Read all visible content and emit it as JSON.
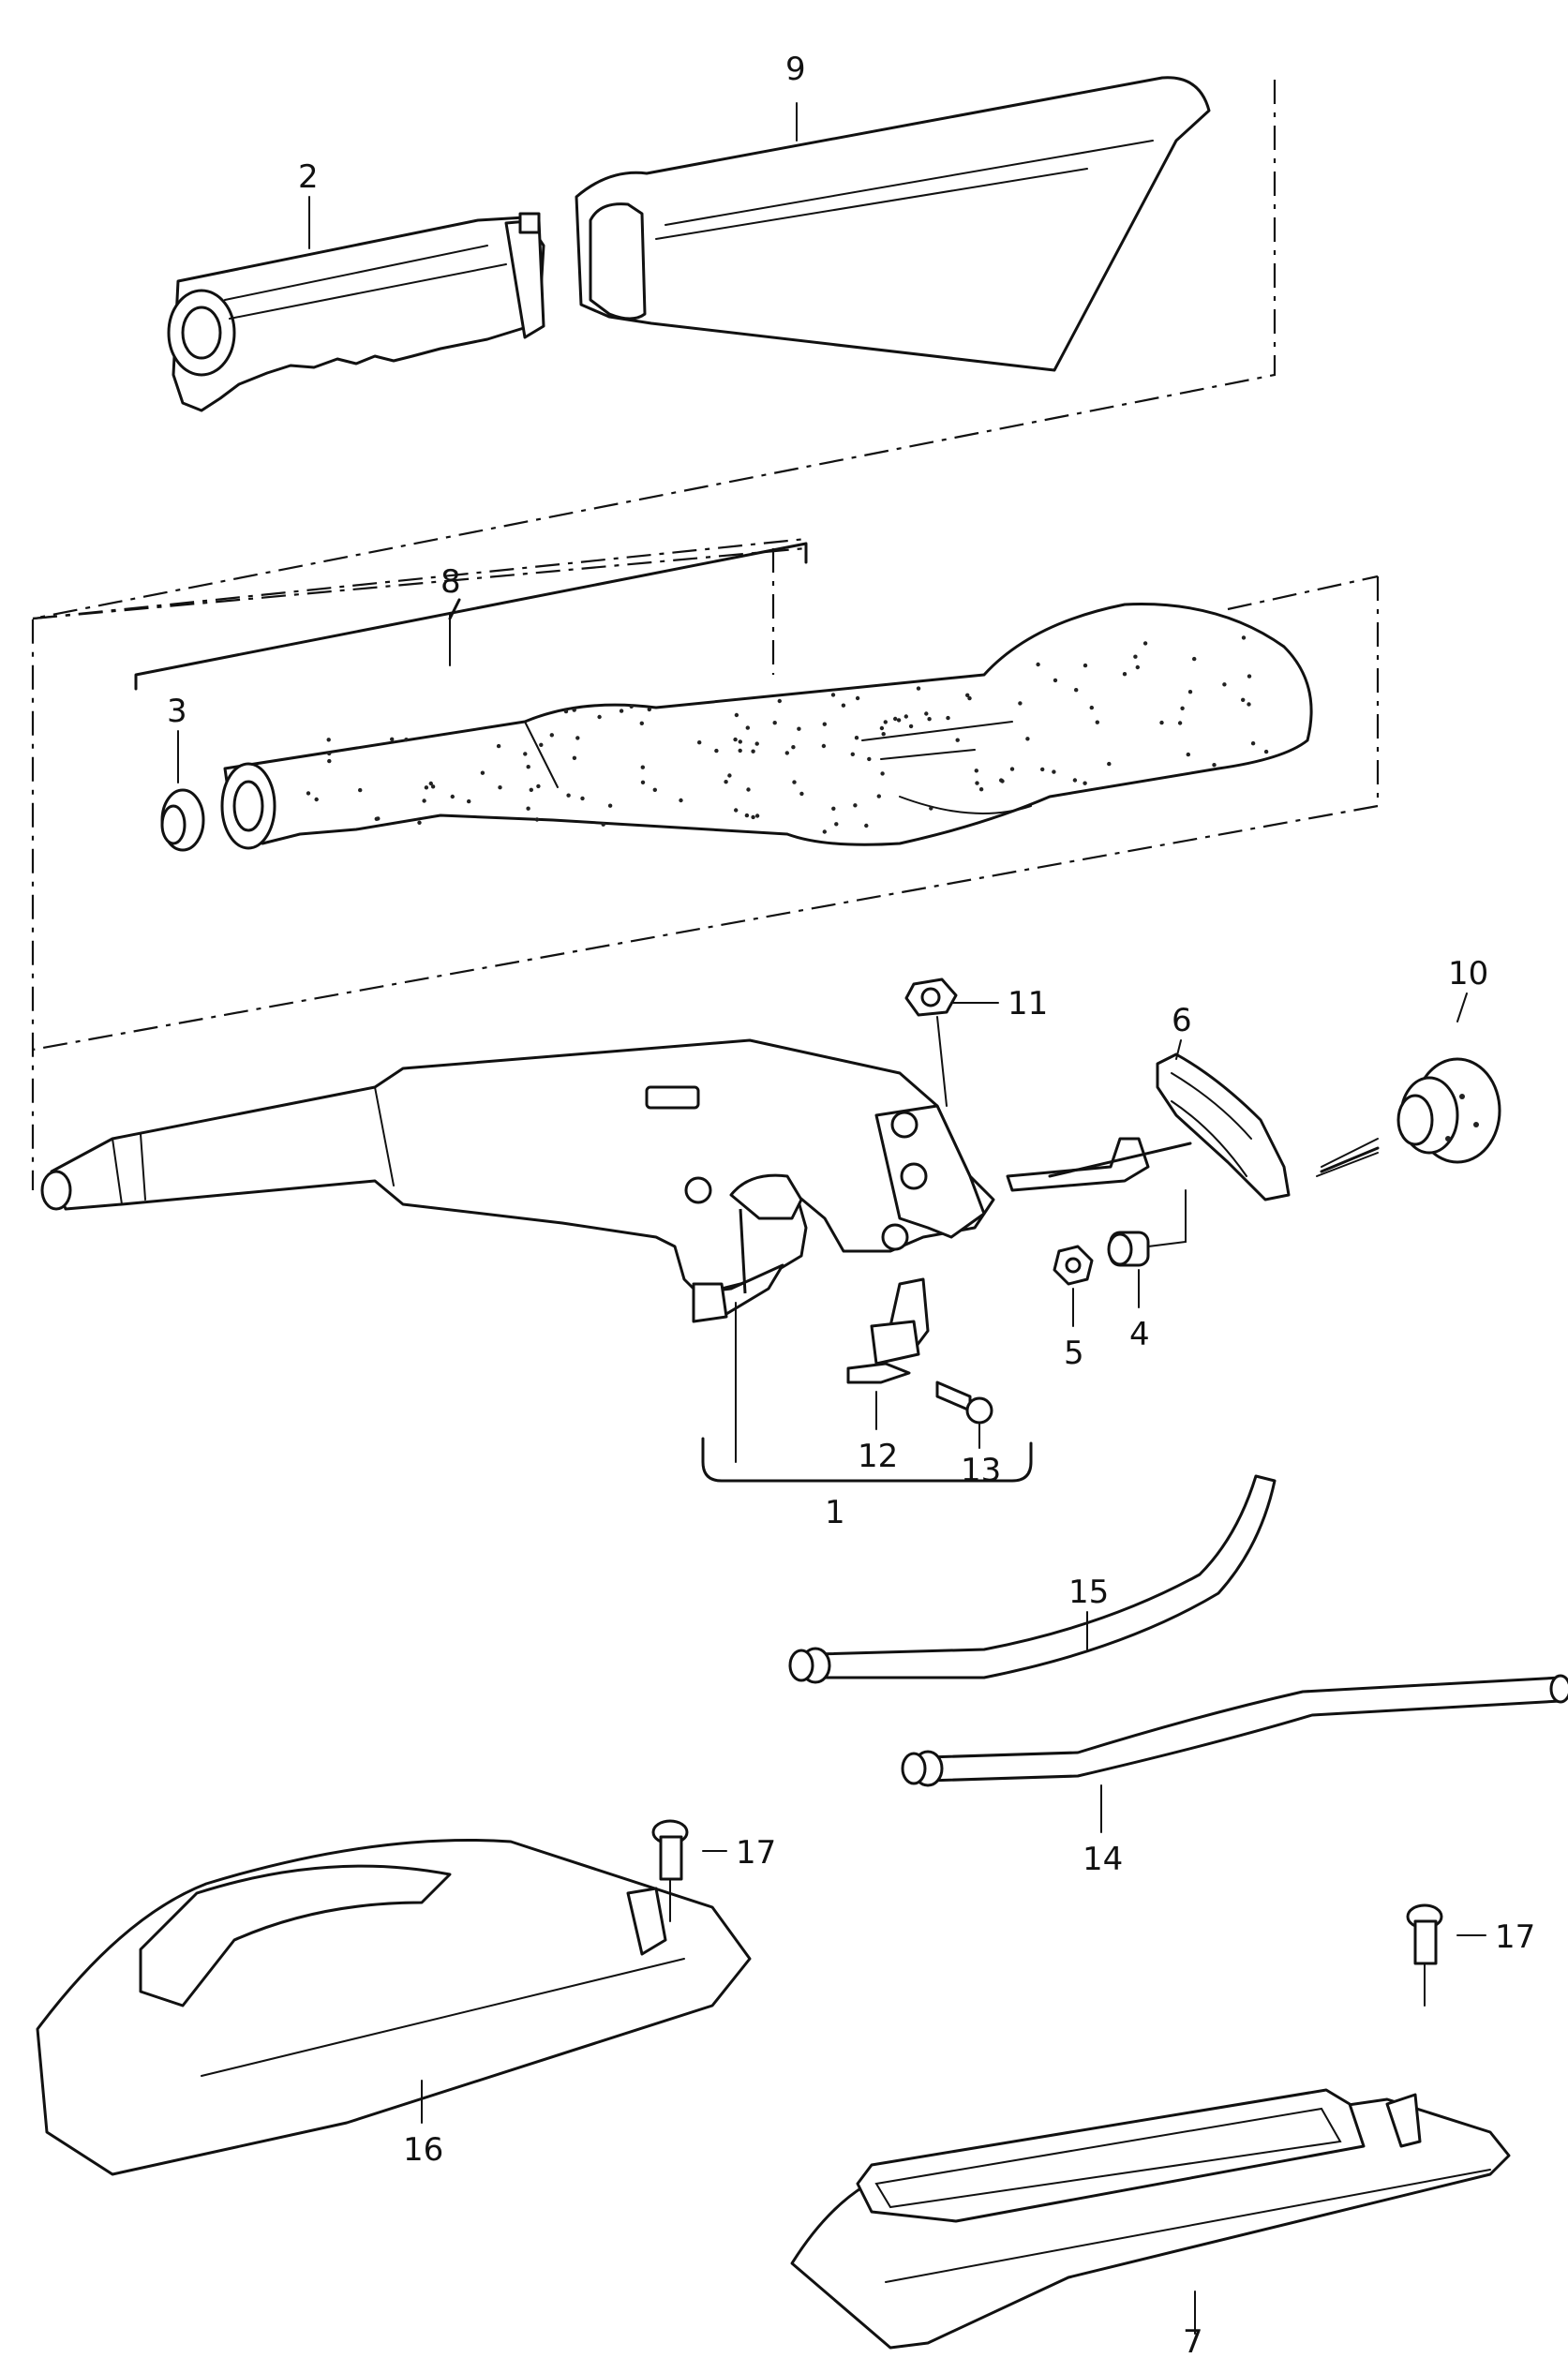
{
  "callouts": {
    "p1": "1",
    "p2": "2",
    "p3": "3",
    "p4": "4",
    "p5": "5",
    "p6": "6",
    "p7": "7",
    "p8": "8",
    "p9": "9",
    "p10": "10",
    "p11": "11",
    "p12": "12",
    "p13": "13",
    "p14": "14",
    "p15": "15",
    "p16": "16",
    "p17a": "17",
    "p17b": "17"
  },
  "colors": {
    "ink": "#111111",
    "paper": "#ffffff"
  }
}
